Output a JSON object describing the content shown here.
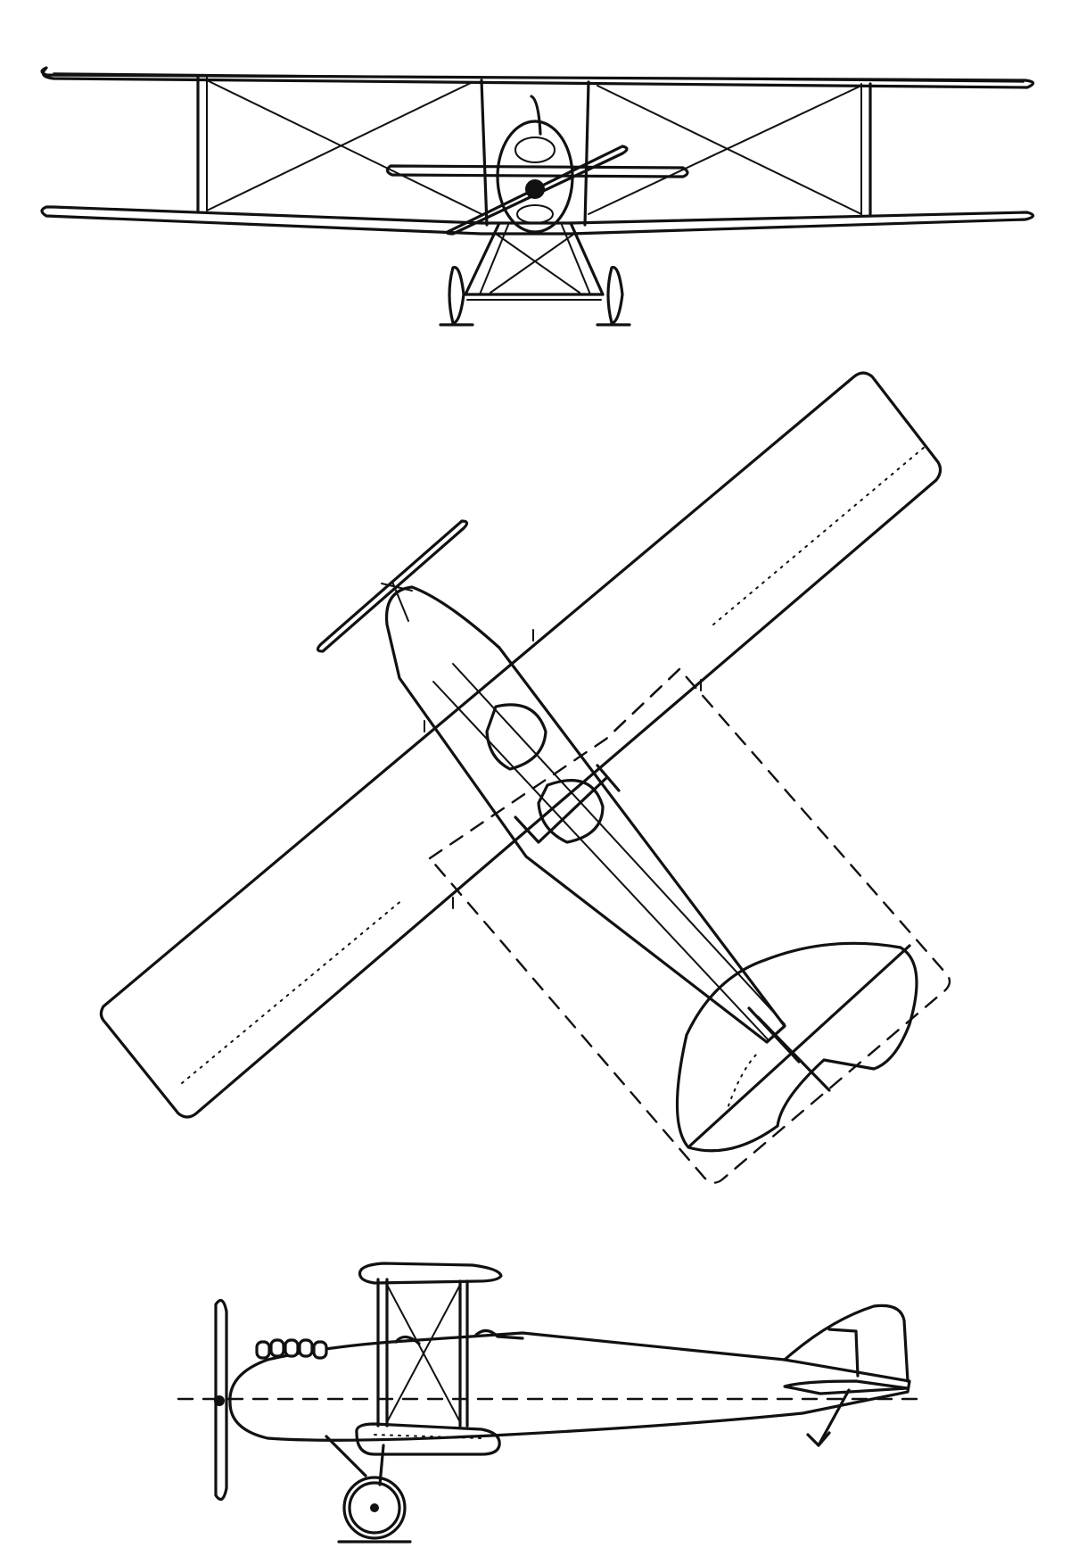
{
  "drawing": {
    "views": [
      "front",
      "top",
      "side"
    ],
    "colors": {
      "ink": "#111111",
      "paper": "#ffffff"
    }
  }
}
